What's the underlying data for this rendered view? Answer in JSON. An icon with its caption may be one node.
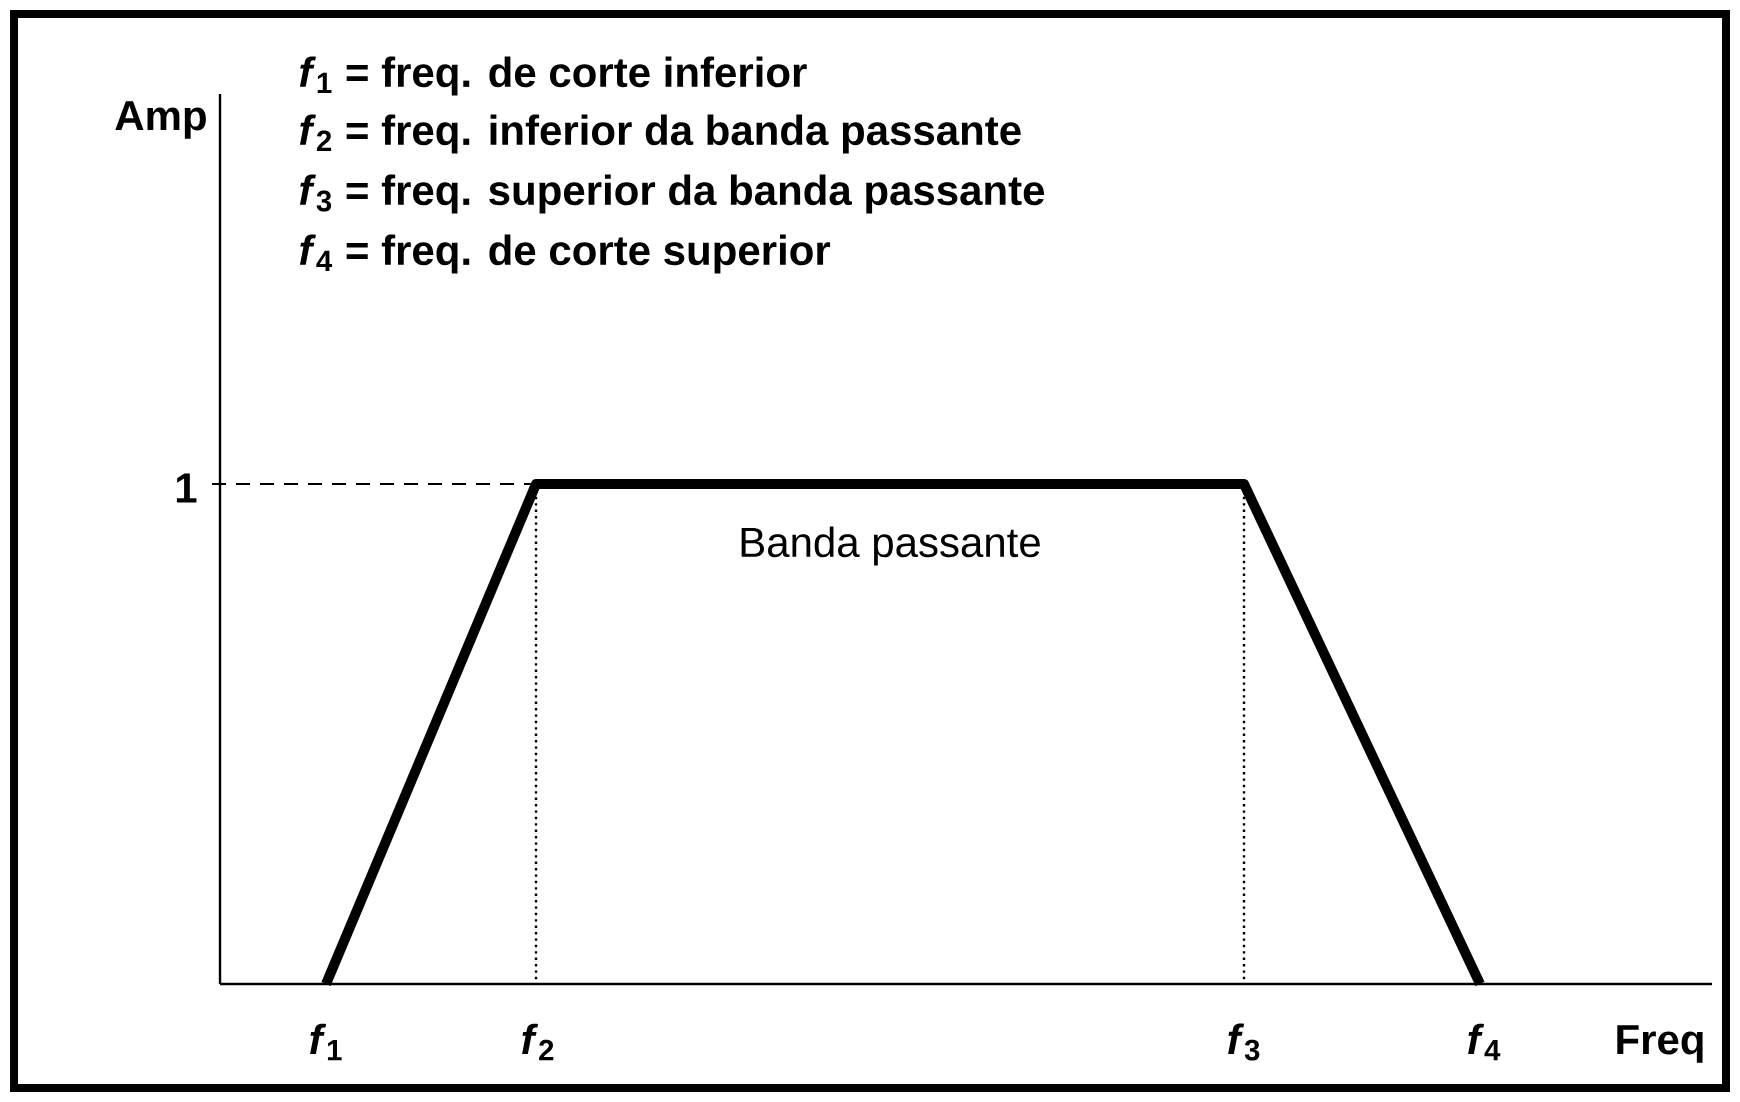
{
  "diagram": {
    "labels": [
      "*f*$_{1}$ = freq. de corte inferior",
      "Amp",
      "*f*$_{2}$ =  freq. inferior da banda passante",
      "*f*$_{3}$ = freq. superior da banda passante",
      "*f*$_{4}$ =  freq. de corte superior",
      "1",
      "Banda passante",
      "*f*$_{1}$",
      "*f*$_{2}$",
      "*f*$_{3}$",
      "*f*$_{4}$",
      "Freq"
    ]
  }
}
